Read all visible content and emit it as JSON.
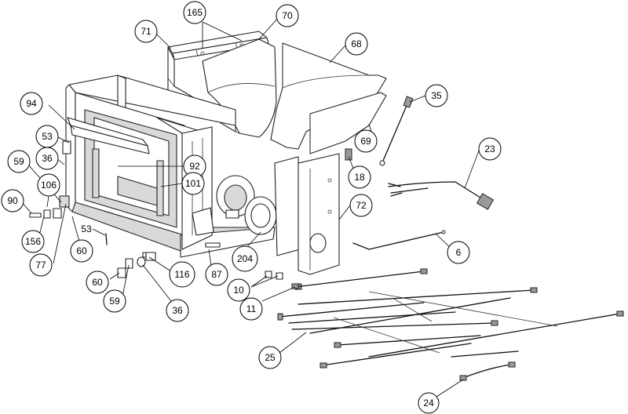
{
  "callouts": [
    {
      "id": "c165",
      "label": "165"
    },
    {
      "id": "c70",
      "label": "70"
    },
    {
      "id": "c71",
      "label": "71"
    },
    {
      "id": "c68",
      "label": "68"
    },
    {
      "id": "c94",
      "label": "94"
    },
    {
      "id": "c35",
      "label": "35"
    },
    {
      "id": "c53a",
      "label": "53"
    },
    {
      "id": "c69",
      "label": "69"
    },
    {
      "id": "c23",
      "label": "23"
    },
    {
      "id": "c59a",
      "label": "59"
    },
    {
      "id": "c36a",
      "label": "36"
    },
    {
      "id": "c92",
      "label": "92"
    },
    {
      "id": "c18",
      "label": "18"
    },
    {
      "id": "c106",
      "label": "106"
    },
    {
      "id": "c101",
      "label": "101"
    },
    {
      "id": "c90",
      "label": "90"
    },
    {
      "id": "c72",
      "label": "72"
    },
    {
      "id": "c156",
      "label": "156"
    },
    {
      "id": "c53b",
      "label": "53"
    },
    {
      "id": "c60a",
      "label": "60"
    },
    {
      "id": "c6",
      "label": "6"
    },
    {
      "id": "c204",
      "label": "204"
    },
    {
      "id": "c77",
      "label": "77"
    },
    {
      "id": "c116",
      "label": "116"
    },
    {
      "id": "c87",
      "label": "87"
    },
    {
      "id": "c60b",
      "label": "60"
    },
    {
      "id": "c10",
      "label": "10"
    },
    {
      "id": "c59b",
      "label": "59"
    },
    {
      "id": "c11",
      "label": "11"
    },
    {
      "id": "c36b",
      "label": "36"
    },
    {
      "id": "c25",
      "label": "25"
    },
    {
      "id": "c24",
      "label": "24"
    }
  ]
}
